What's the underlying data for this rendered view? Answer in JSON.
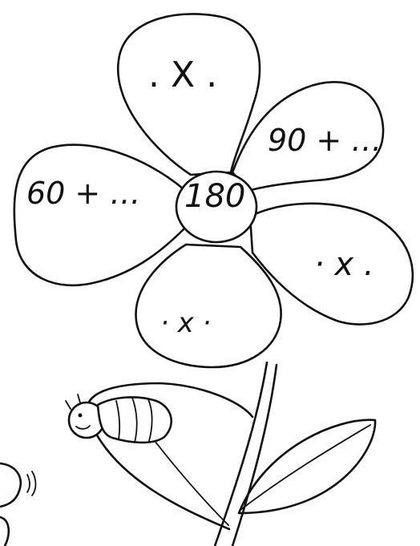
{
  "flower": {
    "center": "180",
    "petals": {
      "top": ". X .",
      "upper_right": "90 + …",
      "left": "60 + …",
      "lower_right": "· x .",
      "bottom": "· x ·"
    }
  },
  "colors": {
    "ink": "#111111",
    "background": "#ffffff"
  }
}
